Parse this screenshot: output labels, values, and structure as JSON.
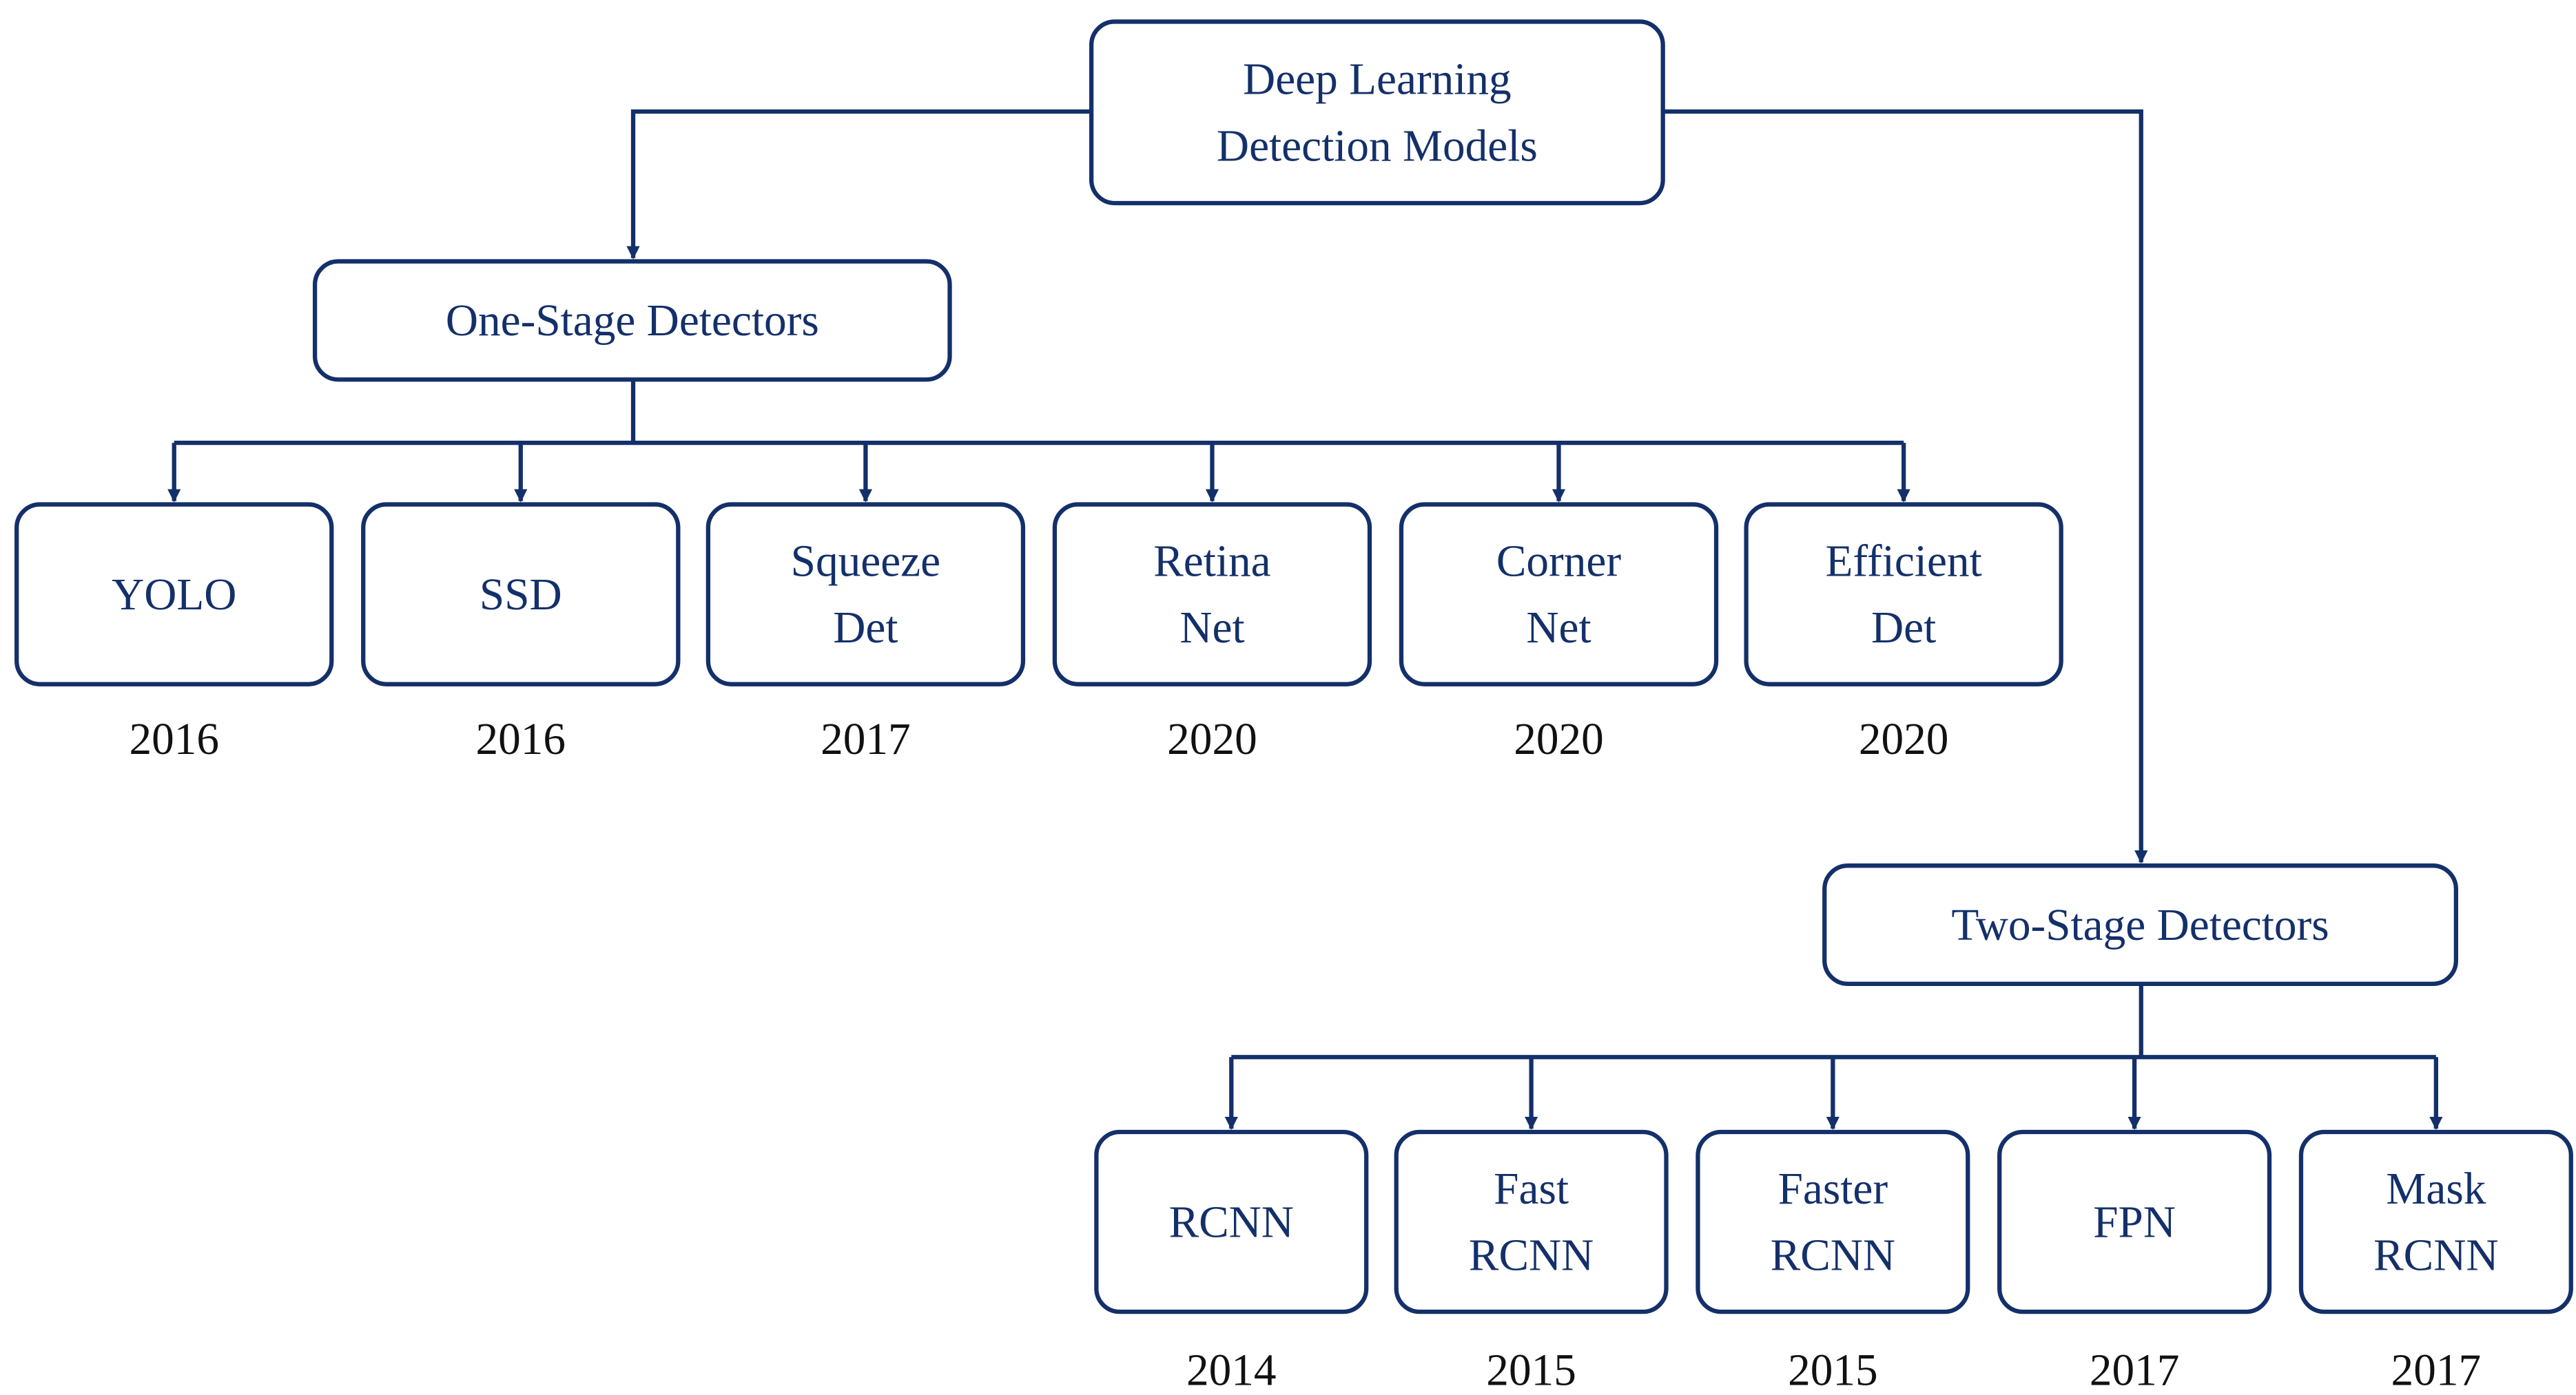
{
  "diagram": {
    "root": {
      "label_lines": [
        "Deep Learning",
        "Detection Models"
      ]
    },
    "one_stage": {
      "label": "One-Stage Detectors",
      "models": [
        {
          "name_lines": [
            "YOLO"
          ],
          "year": "2016"
        },
        {
          "name_lines": [
            "SSD"
          ],
          "year": "2016"
        },
        {
          "name_lines": [
            "Squeeze",
            "Det"
          ],
          "year": "2017"
        },
        {
          "name_lines": [
            "Retina",
            "Net"
          ],
          "year": "2020"
        },
        {
          "name_lines": [
            "Corner",
            "Net"
          ],
          "year": "2020"
        },
        {
          "name_lines": [
            "Efficient",
            "Det"
          ],
          "year": "2020"
        }
      ]
    },
    "two_stage": {
      "label": "Two-Stage Detectors",
      "models": [
        {
          "name_lines": [
            "RCNN"
          ],
          "year": "2014"
        },
        {
          "name_lines": [
            "Fast",
            "RCNN"
          ],
          "year": "2015"
        },
        {
          "name_lines": [
            "Faster",
            "RCNN"
          ],
          "year": "2015"
        },
        {
          "name_lines": [
            "FPN"
          ],
          "year": "2017"
        },
        {
          "name_lines": [
            "Mask",
            "RCNN"
          ],
          "year": "2017"
        }
      ]
    },
    "colors": {
      "line": "#14306a",
      "box_text": "#14306a",
      "year_text": "#111111",
      "background": "#ffffff"
    }
  }
}
